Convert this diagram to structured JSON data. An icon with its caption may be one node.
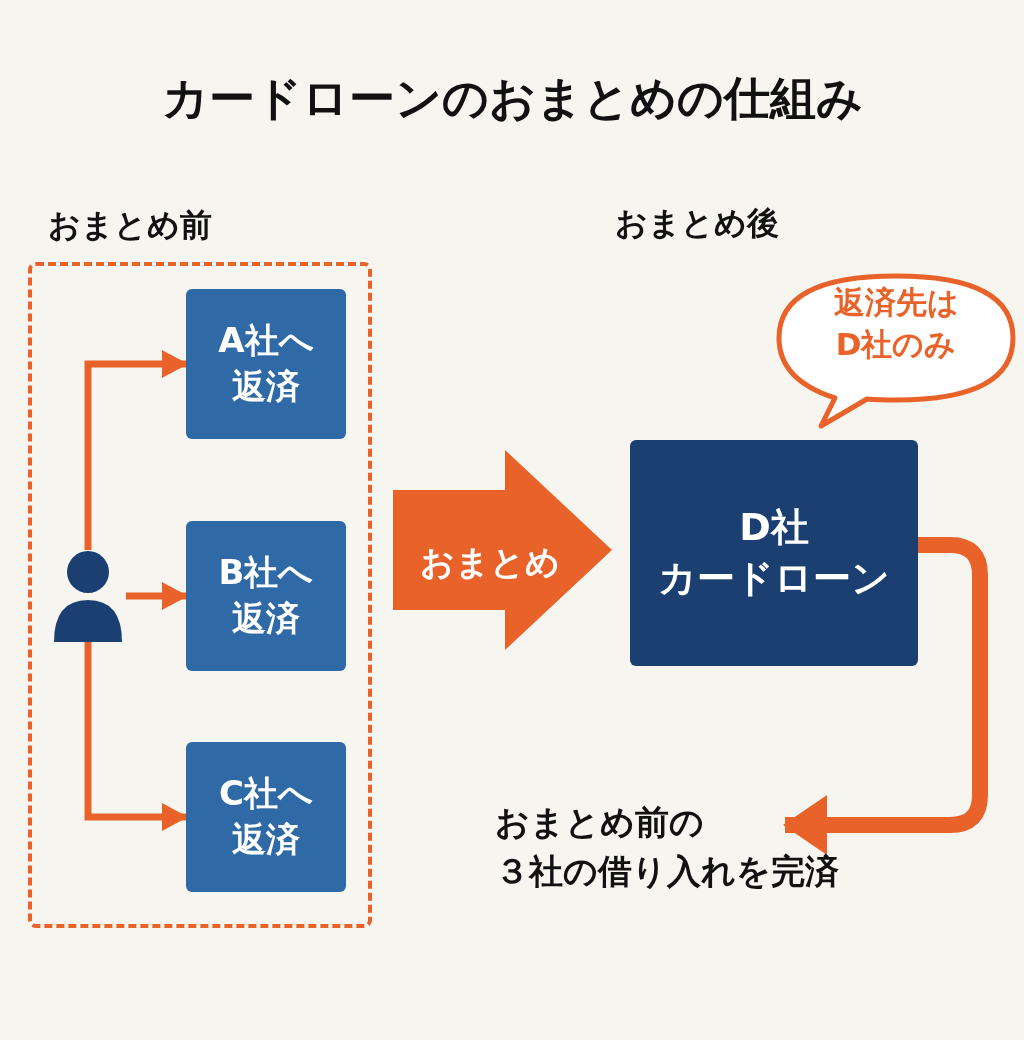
{
  "diagram": {
    "title": "カードローンのおまとめの仕組み",
    "nodes": [
      {
        "text": [
          "おまとめ前"
        ]
      },
      {
        "text": [],
        "shape": "person",
        "in": 0
      },
      {
        "text": [
          "A社へ返済"
        ],
        "in": 0
      },
      {
        "text": [
          "B社へ返済"
        ],
        "in": 0
      },
      {
        "text": [
          "C社へ返済"
        ],
        "in": 0
      },
      {
        "text": [
          "返済先はD社のみ"
        ]
      },
      {
        "text": [
          "D社カードローン"
        ]
      },
      {
        "text": [
          "おまとめ前の３社の借り入れを完済"
        ]
      }
    ],
    "edges": [
      {
        "from": 1,
        "to": 2,
        "arrow": "to"
      },
      {
        "from": 1,
        "to": 3,
        "arrow": "to"
      },
      {
        "from": 1,
        "to": 4,
        "arrow": "to"
      },
      {
        "from": 0,
        "to": 6,
        "arrow": "to",
        "label": "おまとめ",
        "style": "thick"
      },
      {
        "from": 6,
        "to": 7,
        "arrow": "to",
        "style": "thick"
      }
    ],
    "labels": [
      "おまとめ後"
    ]
  }
}
